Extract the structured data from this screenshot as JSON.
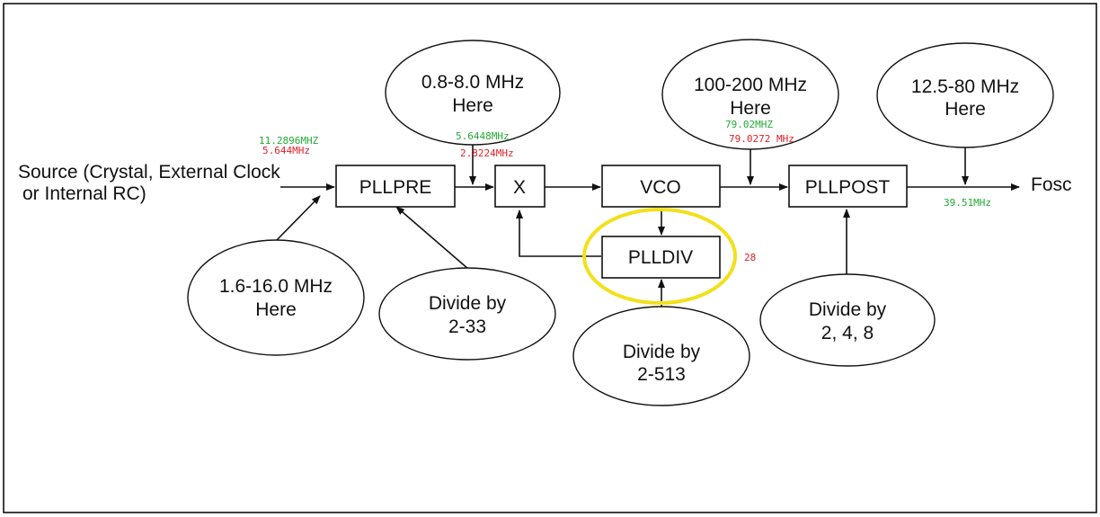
{
  "blocks": {
    "pllpre": "PLLPRE",
    "mixer": "X",
    "vco": "VCO",
    "pllpost": "PLLPOST",
    "plldiv": "PLLDIV"
  },
  "source_label": [
    "Source (Crystal, External Clock",
    "or Internal RC)"
  ],
  "output_label": "Fosc",
  "ranges": {
    "source": [
      "1.6-16.0 MHz",
      "Here"
    ],
    "pre_out": [
      "0.8-8.0 MHz",
      "Here"
    ],
    "vco_out": [
      "100-200 MHz",
      "Here"
    ],
    "fosc": [
      "12.5-80 MHz",
      "Here"
    ]
  },
  "dividers": {
    "pllpre": [
      "Divide by",
      "2-33"
    ],
    "plldiv": [
      "Divide by",
      "2-513"
    ],
    "pllpost": [
      "Divide by",
      "2, 4, 8"
    ]
  },
  "annotations": {
    "source_green": "11.2896MHZ",
    "source_red": "5.644MHz",
    "pre_green": "5.6448MHz",
    "pre_red": "2.8224MHz",
    "vco_green": "79.02MHZ",
    "vco_red": "79.0272 MHz",
    "plldiv_red": "28",
    "fosc_green": "39.51MHz"
  },
  "colors": {
    "highlight_ring": "#f2e01c",
    "annotation_green": "#22aa33",
    "annotation_red": "#e0202a"
  }
}
